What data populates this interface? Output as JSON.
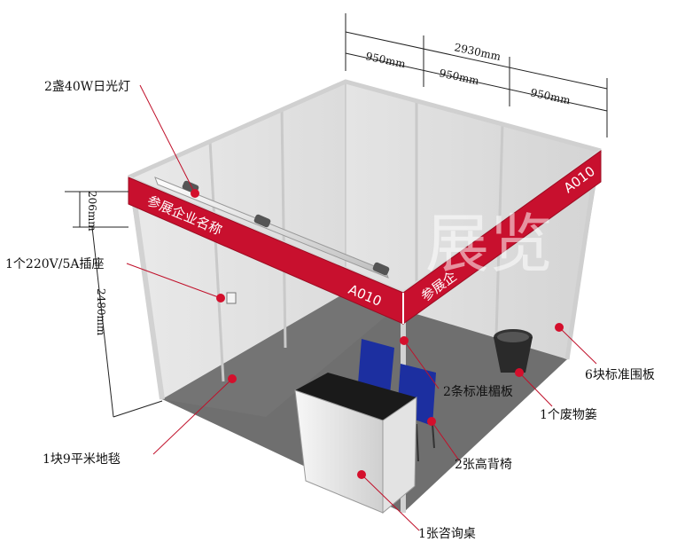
{
  "booth": {
    "fascia_name": "参展企业名称",
    "fascia_name_side": "参展企",
    "booth_code": "A010",
    "booth_code_side": "A010",
    "watermark": "展览"
  },
  "dimensions": {
    "total_width": "2930mm",
    "panel_1": "950mm",
    "panel_2": "950mm",
    "panel_3": "950mm",
    "fascia_height": "206mm",
    "wall_height": "2480mm"
  },
  "callouts": {
    "lights": "2盏40W日光灯",
    "socket": "1个220V/5A插座",
    "carpet": "1块9平米地毯",
    "fascia_boards": "2条标准楣板",
    "wall_panels": "6块标准围板",
    "wastebasket": "1个废物篓",
    "chairs": "2张高背椅",
    "desk": "1张咨询桌"
  },
  "colors": {
    "fascia_red": "#c8102e",
    "frame": "#d8d8d8",
    "floor": "#6e6e6e",
    "leader_line": "#c0102a"
  }
}
